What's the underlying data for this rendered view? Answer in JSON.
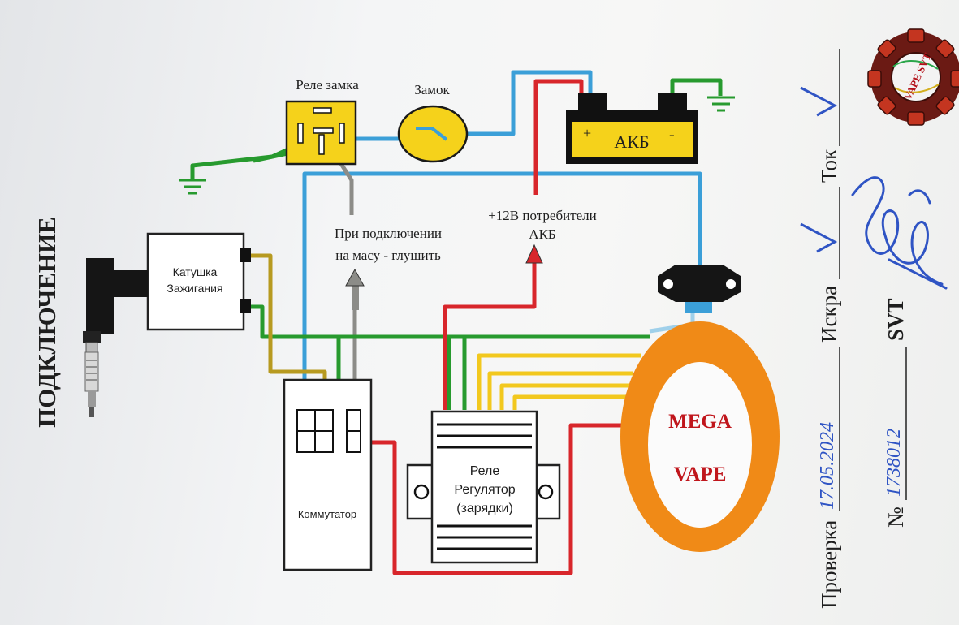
{
  "diagram": {
    "side_title": "ПОДКЛЮЧЕНИЕ",
    "relay_lock_label": "Реле замка",
    "lock_label": "Замок",
    "battery_label": "АКБ",
    "battery_plus": "+",
    "battery_minus": "-",
    "coil_label_line1": "Катушка",
    "coil_label_line2": "Зажигания",
    "ground_note_line1": "При подключении",
    "ground_note_line2": "на масу - глушить",
    "consumers_line1": "+12В потребители",
    "consumers_line2": "АКБ",
    "commutator_label": "Коммутатор",
    "regulator_line1": "Реле",
    "regulator_line2": "Регулятор",
    "regulator_line3": "(зарядки)",
    "stator_line1": "MEGA",
    "stator_line2": "VAPE",
    "check_label": "Проверка",
    "spark_label": "Искра",
    "current_label": "Ток",
    "number_label": "№",
    "brand_label": "SVT",
    "check_value": "17.05.2024",
    "number_value": "1738012",
    "logo_text": "VAPE SVT",
    "colors": {
      "blue_wire": "#3b9fd8",
      "green_wire": "#279a2e",
      "red_wire": "#d8262b",
      "olive_wire": "#b79a20",
      "gray_wire": "#8c8c88",
      "yellow_wire": "#f2c81e",
      "battery_fill": "#f5d21b",
      "stator_fill": "#f08a17",
      "stator_text": "#c0161c"
    }
  }
}
